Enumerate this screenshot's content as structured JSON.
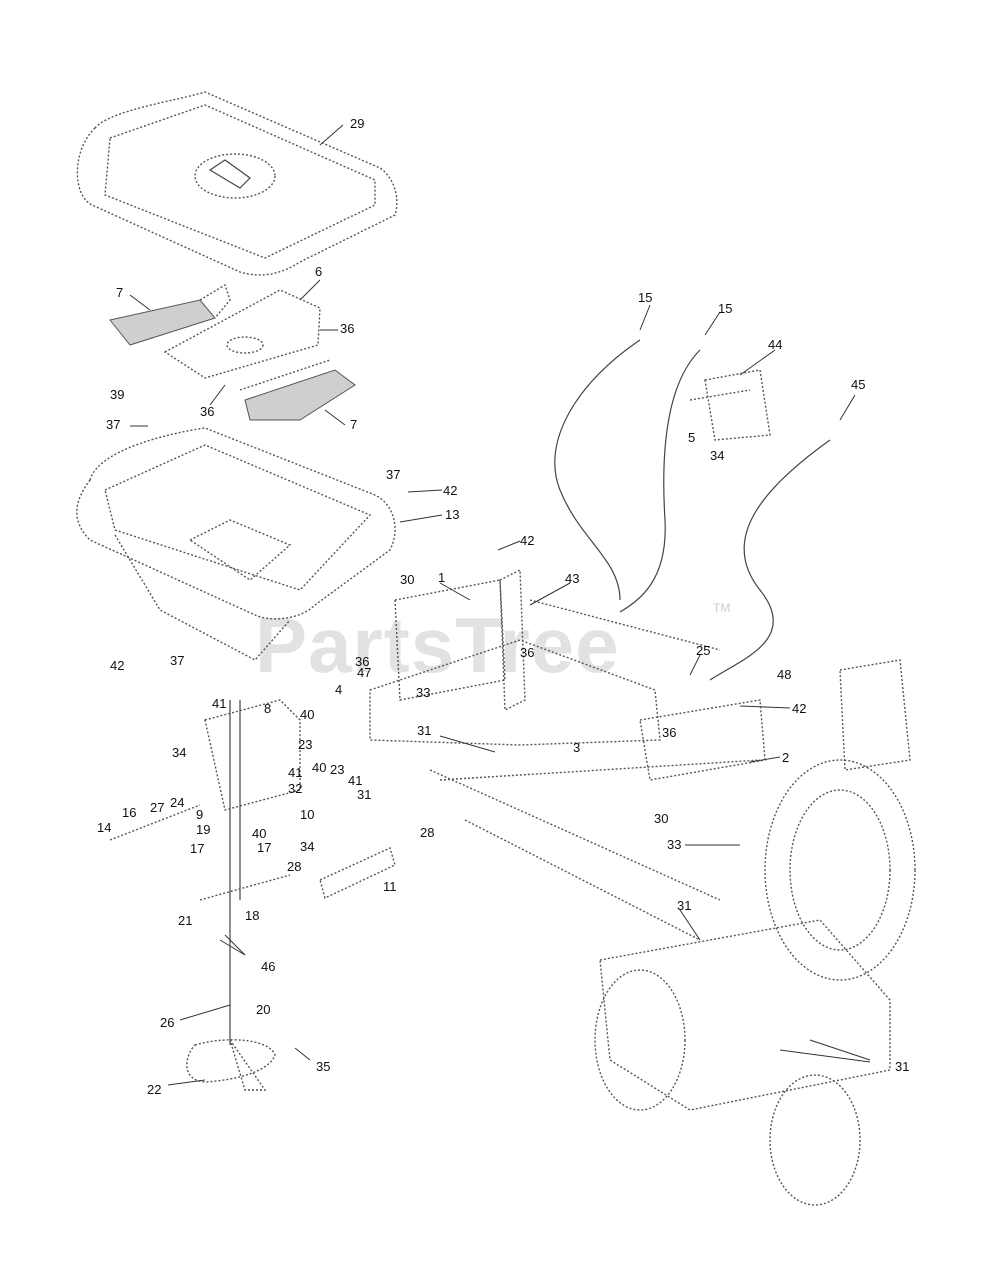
{
  "watermark": {
    "text": "PartsTree",
    "trademark": "TM"
  },
  "callouts": [
    "29",
    "7",
    "6",
    "36",
    "36",
    "7",
    "39",
    "37",
    "37",
    "42",
    "13",
    "15",
    "15",
    "44",
    "45",
    "5",
    "34",
    "42",
    "43",
    "1",
    "30",
    "36",
    "36",
    "36",
    "25",
    "48",
    "42",
    "2",
    "3",
    "4",
    "47",
    "31",
    "33",
    "42",
    "37",
    "41",
    "8",
    "40",
    "34",
    "23",
    "41",
    "40",
    "23",
    "41",
    "32",
    "31",
    "24",
    "27",
    "16",
    "9",
    "10",
    "19",
    "40",
    "17",
    "17",
    "34",
    "28",
    "14",
    "28",
    "11",
    "18",
    "21",
    "46",
    "26",
    "20",
    "22",
    "35",
    "30",
    "33",
    "31",
    "31"
  ]
}
